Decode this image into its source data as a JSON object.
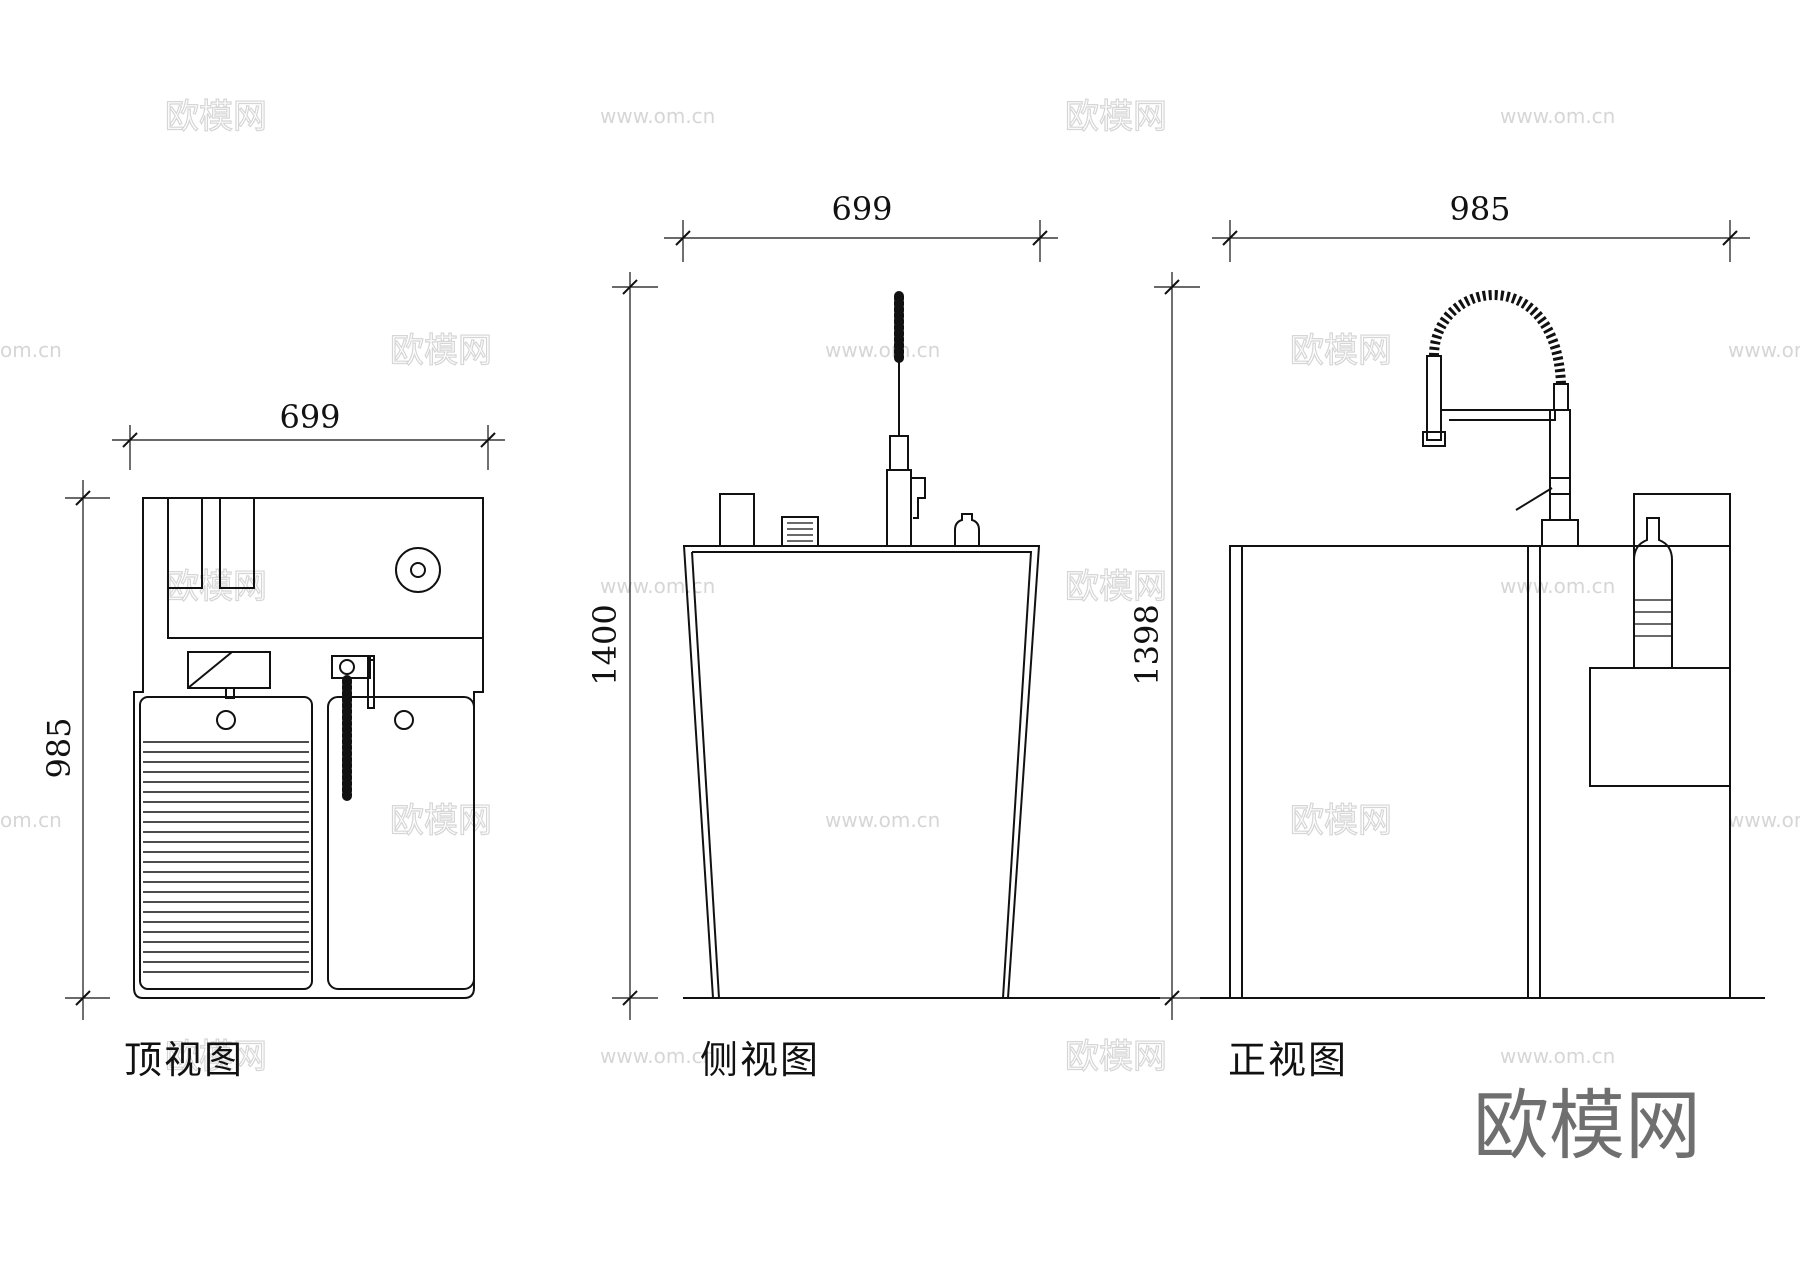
{
  "views": {
    "top": {
      "caption": "顶视图",
      "width_dim": "699",
      "depth_dim": "985"
    },
    "side": {
      "caption": "侧视图",
      "width_dim": "699",
      "height_dim": "1400"
    },
    "front": {
      "caption": "正视图",
      "width_dim": "985",
      "height_dim": "1398"
    }
  },
  "watermarks": {
    "site": "www.om.cn",
    "site_short": "om.cn",
    "brand": "欧模网"
  },
  "brand_logo": "欧模网",
  "colors": {
    "line": "#111111",
    "watermark": "#d6d6d6",
    "brand": "#6f6f6f"
  }
}
